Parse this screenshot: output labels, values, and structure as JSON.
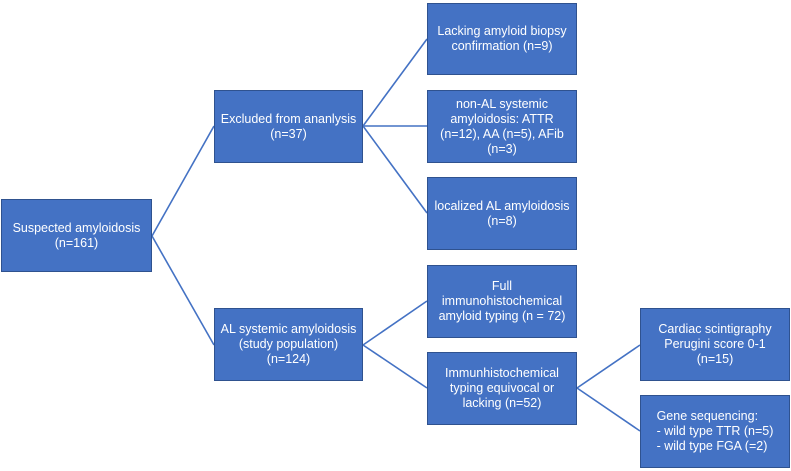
{
  "diagram": {
    "colors": {
      "box_fill": "#4472c4",
      "box_border": "#2f528f",
      "connector": "#4472c4",
      "text": "#ffffff"
    },
    "nodes": {
      "root": "Suspected amyloidosis\n(n=161)",
      "excluded": "Excluded from ananlysis\n(n=37)",
      "lacking_biopsy": "Lacking amyloid biopsy\nconfirmation (n=9)",
      "non_al": "non-AL systemic\namyloidosis: ATTR\n(n=12), AA (n=5), AFib\n(n=3)",
      "localized_al": "localized AL amyloidosis\n(n=8)",
      "al_systemic": "AL systemic amyloidosis\n(study population)\n(n=124)",
      "full_typing": "Full\nimmunohistochemical\namyloid typing (n = 72)",
      "equivocal_typing": "Immunhistochemical\ntyping equivocal or\nlacking (n=52)",
      "scintigraphy": "Cardiac scintigraphy\nPerugini score 0-1\n(n=15)",
      "gene_sequencing": "Gene sequencing:\n- wild type TTR (n=5)\n- wild type FGA (=2)"
    }
  }
}
